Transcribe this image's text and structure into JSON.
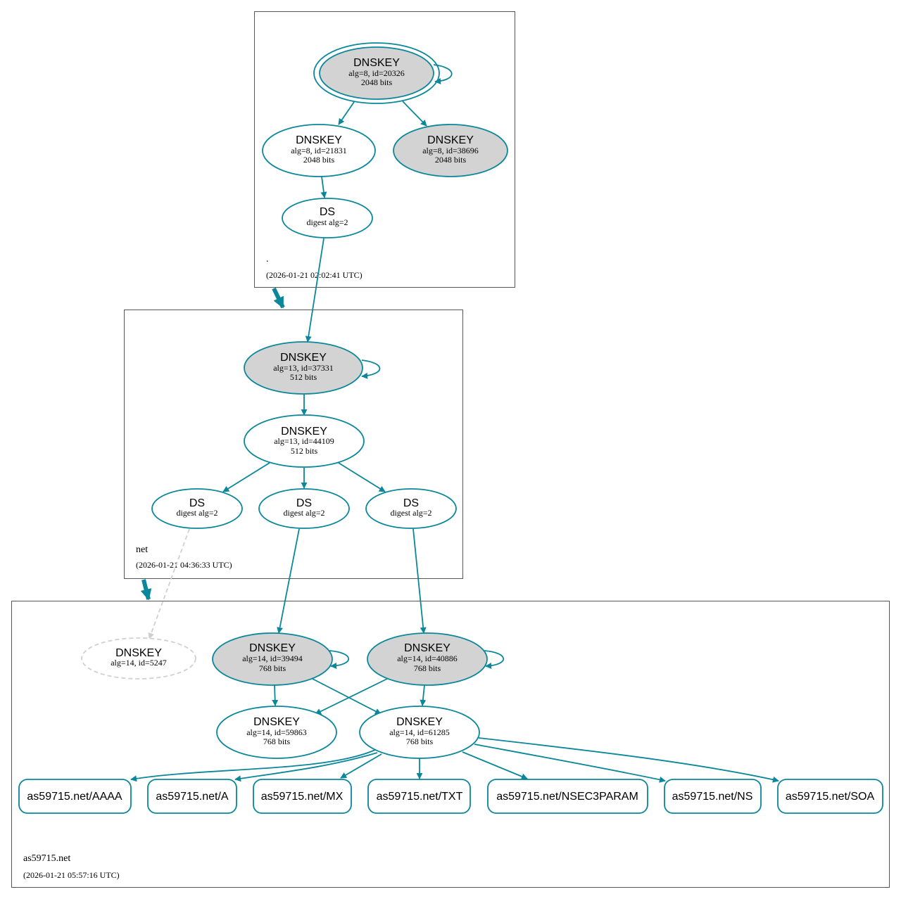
{
  "colors": {
    "accent": "#0a879a",
    "ksk_fill": "#d3d3d3",
    "dashed": "#d0d0d0",
    "zone_border": "#555555"
  },
  "zones": {
    "root": {
      "name": ".",
      "timestamp": "(2026-01-21 02:02:41 UTC)"
    },
    "net": {
      "name": "net",
      "timestamp": "(2026-01-21 04:36:33 UTC)"
    },
    "domain": {
      "name": "as59715.net",
      "timestamp": "(2026-01-21 05:57:16 UTC)"
    }
  },
  "nodes": {
    "root_ksk": {
      "title": "DNSKEY",
      "line1": "alg=8, id=20326",
      "line2": "2048 bits"
    },
    "root_zsk1": {
      "title": "DNSKEY",
      "line1": "alg=8, id=21831",
      "line2": "2048 bits"
    },
    "root_zsk2": {
      "title": "DNSKEY",
      "line1": "alg=8, id=38696",
      "line2": "2048 bits"
    },
    "root_ds": {
      "title": "DS",
      "line1": "digest alg=2"
    },
    "net_ksk": {
      "title": "DNSKEY",
      "line1": "alg=13, id=37331",
      "line2": "512 bits"
    },
    "net_zsk": {
      "title": "DNSKEY",
      "line1": "alg=13, id=44109",
      "line2": "512 bits"
    },
    "net_ds1": {
      "title": "DS",
      "line1": "digest alg=2"
    },
    "net_ds2": {
      "title": "DS",
      "line1": "digest alg=2"
    },
    "net_ds3": {
      "title": "DS",
      "line1": "digest alg=2"
    },
    "dom_missing": {
      "title": "DNSKEY",
      "line1": "alg=14, id=5247"
    },
    "dom_ksk1": {
      "title": "DNSKEY",
      "line1": "alg=14, id=39494",
      "line2": "768 bits"
    },
    "dom_ksk2": {
      "title": "DNSKEY",
      "line1": "alg=14, id=40886",
      "line2": "768 bits"
    },
    "dom_zsk1": {
      "title": "DNSKEY",
      "line1": "alg=14, id=59863",
      "line2": "768 bits"
    },
    "dom_zsk2": {
      "title": "DNSKEY",
      "line1": "alg=14, id=61285",
      "line2": "768 bits"
    }
  },
  "rrsets": [
    "as59715.net/AAAA",
    "as59715.net/A",
    "as59715.net/MX",
    "as59715.net/TXT",
    "as59715.net/NSEC3PARAM",
    "as59715.net/NS",
    "as59715.net/SOA"
  ]
}
